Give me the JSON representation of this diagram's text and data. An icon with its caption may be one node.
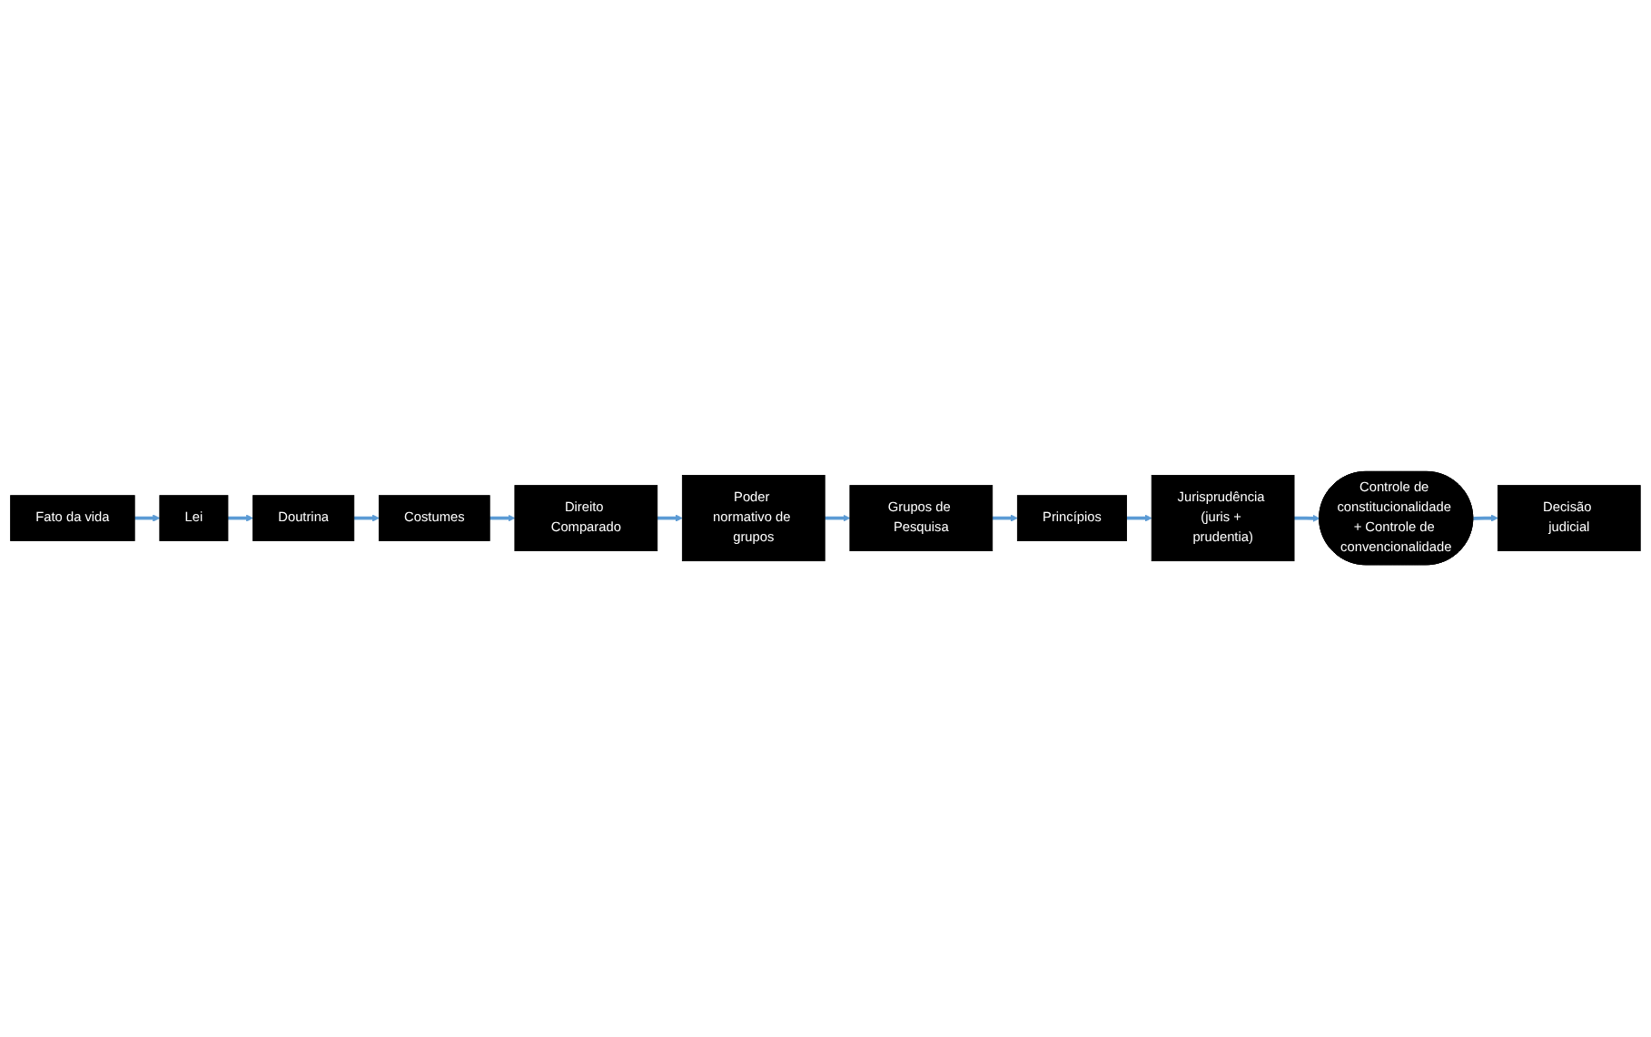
{
  "diagram": {
    "nodes": [
      {
        "text": [
          "Fato da vida"
        ]
      },
      {
        "text": [
          "Lei"
        ]
      },
      {
        "text": [
          "Doutrina"
        ]
      },
      {
        "text": [
          "Costumes"
        ]
      },
      {
        "text": [
          "Direito Comparado"
        ]
      },
      {
        "text": [
          "Poder normativo de grupos"
        ]
      },
      {
        "text": [
          "Grupos de Pesquisa"
        ]
      },
      {
        "text": [
          "Princípios"
        ]
      },
      {
        "text": [
          "Jurisprudência (juris + prudentia)"
        ]
      },
      {
        "text": [
          "Controle de constitucionalidade + Controle de convencionalidade"
        ]
      },
      {
        "text": [
          "Decisão judicial"
        ]
      }
    ],
    "edges": [
      {
        "from": 0,
        "to": 1,
        "arrow": "to"
      },
      {
        "from": 1,
        "to": 2,
        "arrow": "to"
      },
      {
        "from": 2,
        "to": 3,
        "arrow": "to"
      },
      {
        "from": 3,
        "to": 4,
        "arrow": "to"
      },
      {
        "from": 4,
        "to": 5,
        "arrow": "to"
      },
      {
        "from": 5,
        "to": 6,
        "arrow": "to"
      },
      {
        "from": 6,
        "to": 7,
        "arrow": "to"
      },
      {
        "from": 7,
        "to": 8,
        "arrow": "to"
      },
      {
        "from": 8,
        "to": 9,
        "arrow": "to"
      },
      {
        "from": 9,
        "to": 10,
        "arrow": "to"
      }
    ]
  }
}
